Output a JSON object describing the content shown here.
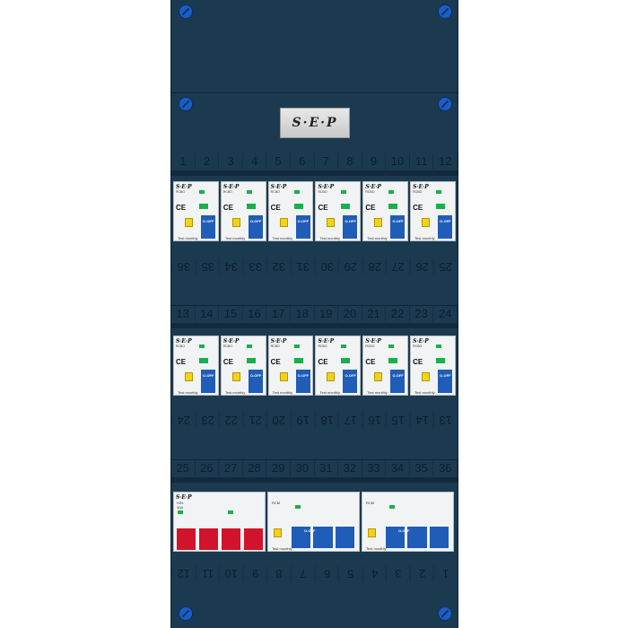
{
  "brand": "S·E·P",
  "rows": [
    {
      "top": [
        1,
        2,
        3,
        4,
        5,
        6,
        7,
        8,
        9,
        10,
        11,
        12
      ],
      "bottom": [
        36,
        35,
        34,
        33,
        32,
        31,
        30,
        29,
        28,
        27,
        26,
        25
      ]
    },
    {
      "top": [
        13,
        14,
        15,
        16,
        17,
        18,
        19,
        20,
        21,
        22,
        23,
        24
      ],
      "bottom": [
        24,
        23,
        22,
        21,
        20,
        19,
        18,
        17,
        16,
        15,
        14,
        13
      ]
    },
    {
      "top": [
        25,
        26,
        27,
        28,
        29,
        30,
        31,
        32,
        33,
        34,
        35,
        36
      ],
      "bottom": [
        12,
        11,
        10,
        9,
        8,
        7,
        6,
        5,
        4,
        3,
        2,
        1
      ]
    }
  ],
  "breaker": {
    "logo": "S·E·P",
    "label": "RCBO",
    "ce": "CE",
    "off": "O-OFF",
    "test": "Test monthly"
  },
  "main_switch": {
    "label": "HS1",
    "rating": "40A"
  },
  "rcd": {
    "label": "RCM",
    "off": "O-OFF",
    "test": "Test monthly"
  }
}
